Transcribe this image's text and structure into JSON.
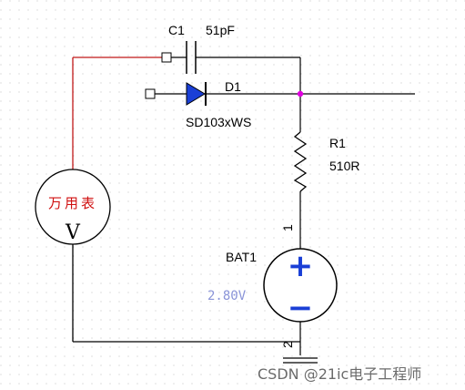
{
  "capacitor": {
    "ref": "C1",
    "value": "51pF"
  },
  "diode": {
    "ref": "D1",
    "part": "SD103xWS"
  },
  "resistor": {
    "ref": "R1",
    "value": "510R"
  },
  "battery": {
    "ref": "BAT1",
    "voltage": "2.80V",
    "plus": "+",
    "minus": "−",
    "pin1": "1",
    "pin2": "2"
  },
  "meter": {
    "name": "万用表",
    "unit": "V"
  },
  "watermark": "CSDN @21ic电子工程师",
  "colors": {
    "probe_wire": "#c01818",
    "wire": "#000000",
    "component": "#000000",
    "diode_fill": "#1a3fd6",
    "battery_symbol": "#1a3fd6",
    "junction": "#e000e0",
    "grid_dot": "#c8c8c8"
  }
}
